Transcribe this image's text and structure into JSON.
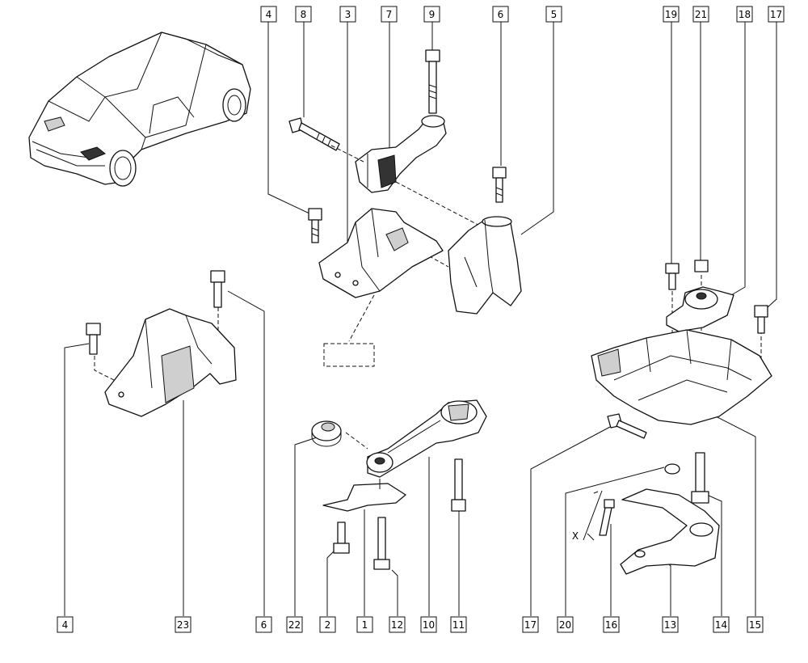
{
  "diagram": {
    "callouts": [
      {
        "id": "c4-top",
        "label": "4"
      },
      {
        "id": "c8",
        "label": "8"
      },
      {
        "id": "c3",
        "label": "3"
      },
      {
        "id": "c7",
        "label": "7"
      },
      {
        "id": "c9",
        "label": "9"
      },
      {
        "id": "c6-top",
        "label": "6"
      },
      {
        "id": "c5",
        "label": "5"
      },
      {
        "id": "c19",
        "label": "19"
      },
      {
        "id": "c21",
        "label": "21"
      },
      {
        "id": "c18",
        "label": "18"
      },
      {
        "id": "c17-top",
        "label": "17"
      },
      {
        "id": "c4-bot",
        "label": "4"
      },
      {
        "id": "c23",
        "label": "23"
      },
      {
        "id": "c6-bot",
        "label": "6"
      },
      {
        "id": "c22",
        "label": "22"
      },
      {
        "id": "c2",
        "label": "2"
      },
      {
        "id": "c1",
        "label": "1"
      },
      {
        "id": "c12",
        "label": "12"
      },
      {
        "id": "c10",
        "label": "10"
      },
      {
        "id": "c11",
        "label": "11"
      },
      {
        "id": "c17-bot",
        "label": "17"
      },
      {
        "id": "c20",
        "label": "20"
      },
      {
        "id": "c16",
        "label": "16"
      },
      {
        "id": "c13",
        "label": "13"
      },
      {
        "id": "c14",
        "label": "14"
      },
      {
        "id": "c15",
        "label": "15"
      }
    ],
    "dimension_label": "X"
  }
}
